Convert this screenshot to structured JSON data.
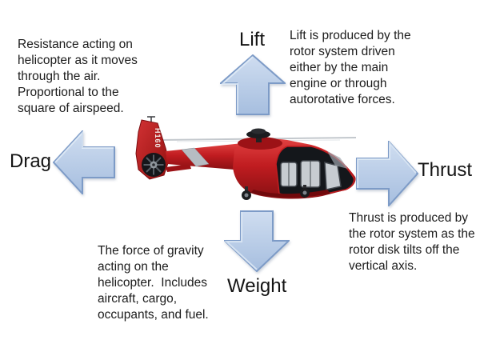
{
  "forces": {
    "lift": {
      "label": "Lift",
      "description": "Lift is produced by the\nrotor system driven\neither by the main\nengine or through\nautorotative forces."
    },
    "drag": {
      "label": "Drag",
      "description": "Resistance acting on\nhelicopter as it moves\nthrough the air.\nProportional to the\nsquare of airspeed."
    },
    "thrust": {
      "label": "Thrust",
      "description": "Thrust is produced by\nthe rotor system as the\nrotor disk tilts off the\nvertical axis."
    },
    "weight": {
      "label": "Weight",
      "description": "The force of gravity\nacting on the\nhelicopter.  Includes\naircraft, cargo,\noccupants, and fuel."
    }
  },
  "helicopter": {
    "tail_marking": "H160",
    "body_color": "#c01c20",
    "canopy_color": "#14171b"
  },
  "colors": {
    "background": "#ffffff",
    "text": "#1c1c1c",
    "arrow_fill_light": "#cfddf0",
    "arrow_fill_dark": "#a6bedf",
    "arrow_stroke": "#7d9bc7"
  }
}
